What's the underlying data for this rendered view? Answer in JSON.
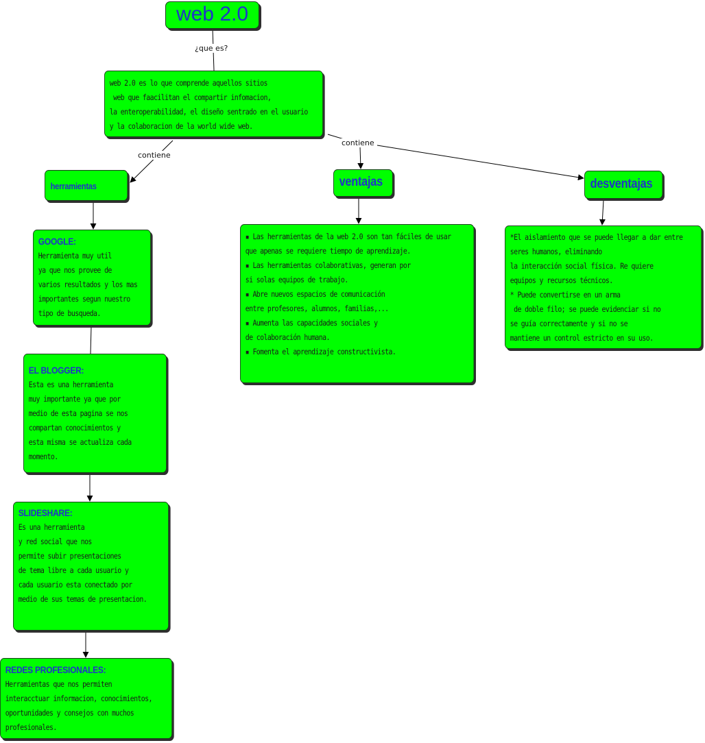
{
  "title": "web 2.0",
  "definition": {
    "lines": [
      "web 2.0 es lo que comprende aquellos sitios",
      " web que faacilitan el compartir infomacion,",
      "la enteroperabilidad, el diseño sentrado en el usuario",
      "y la colaboracion de la world wide web."
    ]
  },
  "link_labels": {
    "que_es": "¿que es?",
    "contiene_left": "contiene",
    "contiene_right": "contiene"
  },
  "categories": {
    "herramientas": "herramientas",
    "ventajas": "ventajas",
    "desventajas": "desventajas"
  },
  "tools": [
    {
      "name": "GOOGLE:",
      "lines": [
        "Herramienta muy util",
        "ya que nos provee de",
        "varios resultados y los mas",
        "importantes segun nuestro",
        "tipo de busqueda."
      ]
    },
    {
      "name": "EL BLOGGER:",
      "lines": [
        "Esta es una herramienta",
        "muy importante ya que por",
        "medio de esta pagina se nos",
        "compartan conocimientos y",
        "esta misma se actualiza cada",
        "momento."
      ]
    },
    {
      "name": "SLIDESHARE:",
      "lines": [
        "Es una herramienta",
        "y red social que nos",
        "permite subir presentaciones",
        "de tema libre a cada usuario y",
        "cada usuario esta conectado por",
        "medio de sus temas de presentacion."
      ]
    },
    {
      "name": "REDES PROFESIONALES:",
      "lines": [
        "Herramientas que nos permiten",
        "interacctuar informacion, conocimientos,",
        "oportunidades y consejos con muchos",
        "profesionales."
      ]
    }
  ],
  "ventajas_text": {
    "lines": [
      "▪ Las herramientas de la web 2.0 son tan fáciles de usar",
      "que apenas se requiere tiempo de aprendizaje.",
      "▪ Las herramientas colaborativas, generan por",
      "si solas equipos de trabajo.",
      "▪ Abre nuevos espacios de comunicación",
      "entre profesores, alumnos, familias,...",
      "▪ Aumenta las capacidades sociales y",
      "de colaboración humana.",
      "▪ Fomenta el aprendizaje constructivista."
    ]
  },
  "desventajas_text": {
    "lines": [
      "*El aislamiento que se puede llegar a dar entre",
      "seres humanos, eliminando",
      "la interacción social física. Re quiere",
      "equipos y recursos técnicos.",
      "* Puede convertirse en un arma",
      " de doble filo; se puede evidenciar si no",
      "se guía correctamente y si no se",
      "mantiene un control estricto en su uso."
    ]
  }
}
